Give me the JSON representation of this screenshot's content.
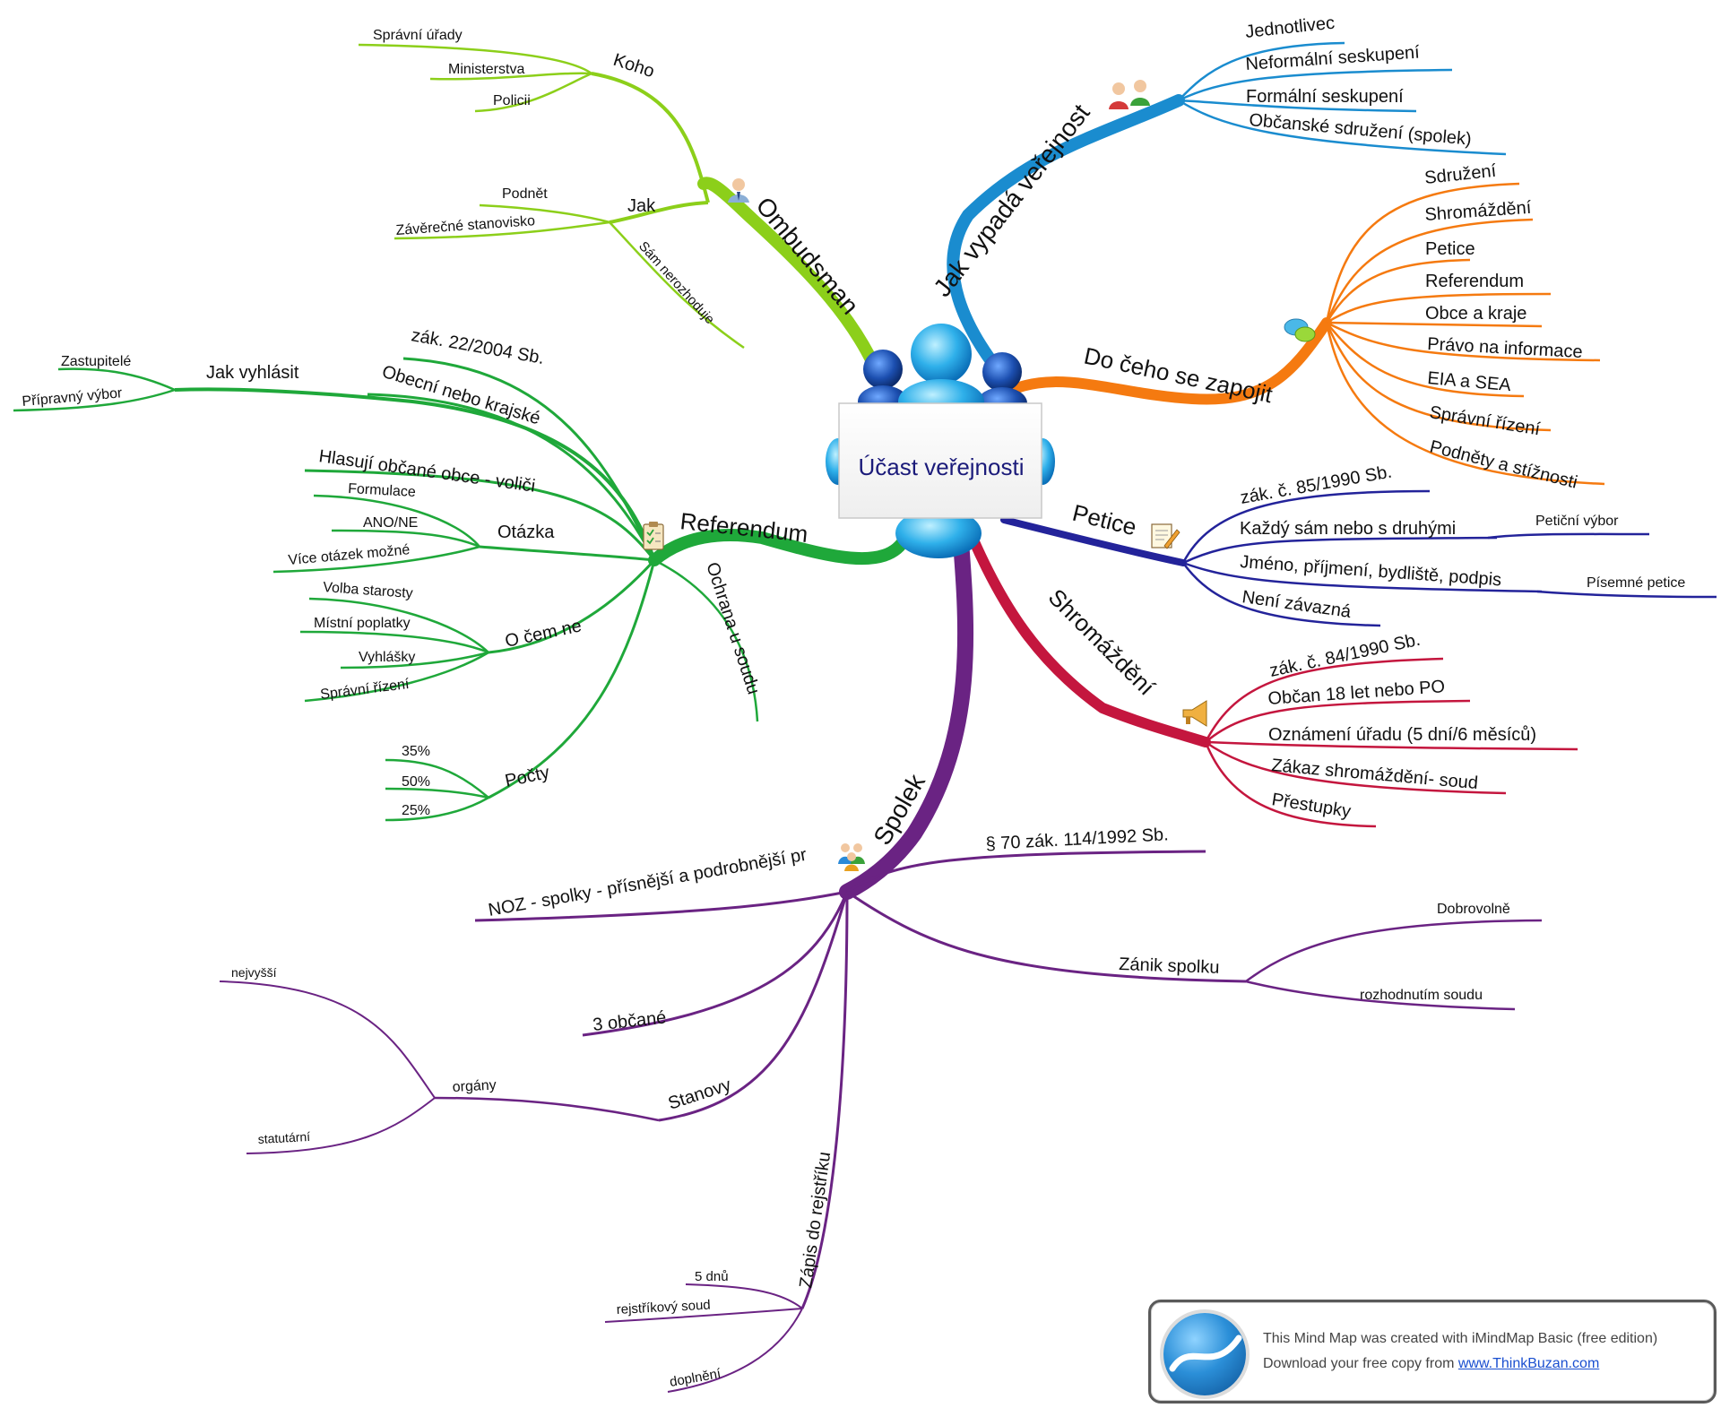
{
  "center": {
    "label": "Účast veřejnosti",
    "color": "#1b1b7a"
  },
  "colors": {
    "ombudsman": "#8ccf1a",
    "verejnost": "#1a8ccf",
    "zapojit": "#f57a10",
    "petice": "#23239a",
    "shromazdeni": "#c4163e",
    "spolek": "#6a2383",
    "referendum": "#1fa83a"
  },
  "branches": {
    "ombudsman": {
      "label": "Ombudsman",
      "icon": "ombudsman-person-icon",
      "koho": {
        "label": "Koho",
        "items": [
          "Správní úřady",
          "Ministerstva",
          "Policii"
        ]
      },
      "jak": {
        "label": "Jak",
        "items": [
          "Podnět",
          "Závěrečné stanovisko"
        ]
      },
      "sam": "Sám nerozhoduje"
    },
    "verejnost": {
      "label": "Jak vypadá veřejnost",
      "icon": "people-pair-icon",
      "items": [
        "Jednotlivec",
        "Neformální seskupení",
        "Formální seskupení",
        "Občanské sdružení (spolek)"
      ]
    },
    "zapojit": {
      "label": "Do čeho se zapojit",
      "icon": "speech-bubbles-icon",
      "items": [
        "Sdružení",
        "Shromáždění",
        "Petice",
        "Referendum",
        "Obce a kraje",
        "Právo na informace",
        "EIA a SEA",
        "Správní řízení",
        "Podněty a stížnosti"
      ]
    },
    "petice": {
      "label": "Petice",
      "icon": "notepad-pencil-icon",
      "items": [
        "zák. č. 85/1990 Sb.",
        "Každý sám nebo s druhými",
        "Jméno, příjmení, bydliště, podpis",
        "Není závazná"
      ],
      "sub1": "Petiční výbor",
      "sub2": "Písemné petice"
    },
    "shromazdeni": {
      "label": "Shromáždění",
      "icon": "megaphone-icon",
      "items": [
        "zák. č. 84/1990 Sb.",
        "Občan 18 let nebo PO",
        "Oznámení úřadu (5 dní/6 měsíců)",
        "Zákaz shromáždění- soud",
        "Přestupky"
      ]
    },
    "referendum": {
      "label": "Referendum",
      "icon": "clipboard-icon",
      "items": [
        "zák. 22/2004 Sb.",
        "Obecní nebo krajské",
        "Hlasují občané obce - voliči"
      ],
      "jak_vyhlasit": {
        "label": "Jak vyhlásit",
        "items": [
          "Zastupitelé",
          "Přípravný výbor"
        ]
      },
      "otazka": {
        "label": "Otázka",
        "items": [
          "Formulace",
          "ANO/NE",
          "Více otázek možné"
        ]
      },
      "o_cem_ne": {
        "label": "O čem ne",
        "items": [
          "Volba starosty",
          "Místní poplatky",
          "Vyhlášky",
          "Správní řízení"
        ]
      },
      "pocty": {
        "label": "Počty",
        "items": [
          "35%",
          "50%",
          "25%"
        ]
      },
      "ochrana": "Ochrana u soudu"
    },
    "spolek": {
      "label": "Spolek",
      "icon": "group-people-icon",
      "paragraf": "§ 70 zák. 114/1992 Sb.",
      "noz": "NOZ - spolky - přísnější a podrobnější pr",
      "obcane": "3 občané",
      "stanovy": "Stanovy",
      "organy": {
        "label": "orgány",
        "items": [
          "nejvyšší",
          "statutární"
        ]
      },
      "zapis": {
        "label": "Zápis do rejstříku",
        "items": [
          "5 dnů",
          "rejstříkový soud",
          "doplnění"
        ]
      },
      "zanik": {
        "label": "Zánik spolku",
        "items": [
          "Dobrovolně",
          "rozhodnutím soudu"
        ]
      }
    }
  },
  "watermark": {
    "line1": "This Mind Map was created with iMindMap Basic (free edition)",
    "line2_prefix": "Download your free copy from ",
    "link": "www.ThinkBuzan.com"
  }
}
